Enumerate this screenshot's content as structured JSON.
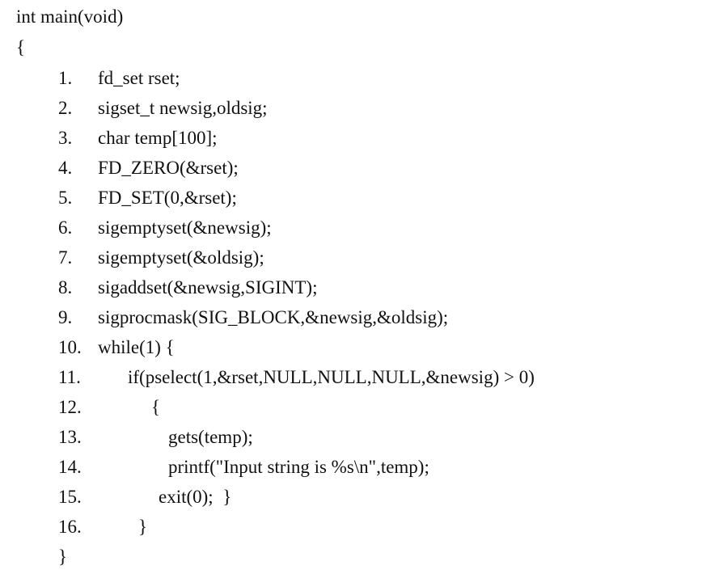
{
  "header": {
    "signature": "int main(void)",
    "open_brace": "{"
  },
  "lines": [
    {
      "num": "1.",
      "code": "fd_set rset;"
    },
    {
      "num": "2.",
      "code": "sigset_t newsig,oldsig;"
    },
    {
      "num": "3.",
      "code": "char temp[100];"
    },
    {
      "num": "4.",
      "code": "FD_ZERO(&rset);"
    },
    {
      "num": "5.",
      "code": "FD_SET(0,&rset);"
    },
    {
      "num": "6.",
      "code": "sigemptyset(&newsig);"
    },
    {
      "num": "7.",
      "code": "sigemptyset(&oldsig);"
    },
    {
      "num": "8.",
      "code": "sigaddset(&newsig,SIGINT);"
    },
    {
      "num": "9.",
      "code": "sigprocmask(SIG_BLOCK,&newsig,&oldsig);"
    },
    {
      "num": "10.",
      "code": "while(1) {"
    },
    {
      "num": "11.",
      "code": "if(pselect(1,&rset,NULL,NULL,NULL,&newsig) > 0)"
    },
    {
      "num": "12.",
      "code": "{"
    },
    {
      "num": "13.",
      "code": "gets(temp);"
    },
    {
      "num": "14.",
      "code": "printf(\"Input string is %s\\n\",temp);"
    },
    {
      "num": "15.",
      "code": "exit(0);  }"
    },
    {
      "num": "16.",
      "code": "}"
    }
  ],
  "footer": {
    "close_brace": "}"
  }
}
